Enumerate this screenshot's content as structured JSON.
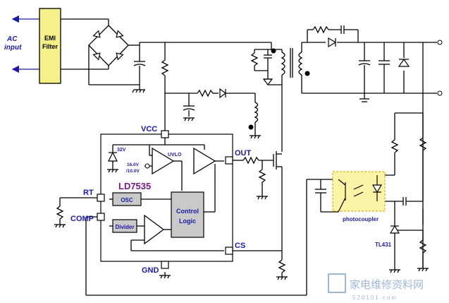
{
  "labels": {
    "ac_input_line1": "AC",
    "ac_input_line2": "input",
    "emi_line1": "EMI",
    "emi_line2": "Filter",
    "vcc": "VCC",
    "out": "OUT",
    "rt": "RT",
    "comp": "COMP",
    "cs": "CS",
    "gnd": "GND",
    "chip_name": "LD7535",
    "osc": "OSC",
    "divider": "Divider",
    "control_logic_line1": "Control",
    "control_logic_line2": "Logic",
    "uvlo": "UVLO",
    "zener_32v": "32V",
    "uvlo_thresh_line1": "16.0V",
    "uvlo_thresh_line2": "/10.0V",
    "photocoupler": "photocoupler",
    "tl431": "TL431",
    "watermark_cn": "家电维修资料网",
    "watermark_num": "520101.com"
  },
  "colors": {
    "label_blue": "#1a1aa8",
    "chip_title_purple": "#7a1a8a",
    "emi_fill": "#f6f08a",
    "block_gray": "#c9c9c9",
    "photocoupler_fill": "#fbf3a6",
    "wire": "#000000",
    "watermark": "#9db7d9"
  }
}
